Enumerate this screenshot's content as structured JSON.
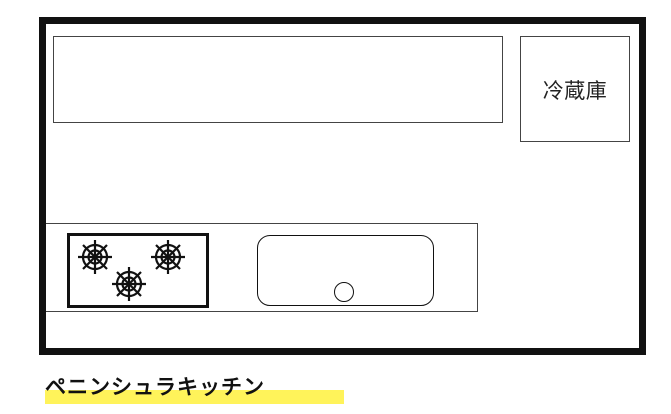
{
  "plan": {
    "fridge_label": "冷蔵庫",
    "caption": "ペニンシュラキッチン",
    "burner_count": 3
  },
  "colors": {
    "wall": "#111111",
    "highlight": "#fff35a",
    "background": "#ffffff"
  },
  "icons": {
    "burner": "gas-burner-icon",
    "drain": "drain-icon"
  }
}
